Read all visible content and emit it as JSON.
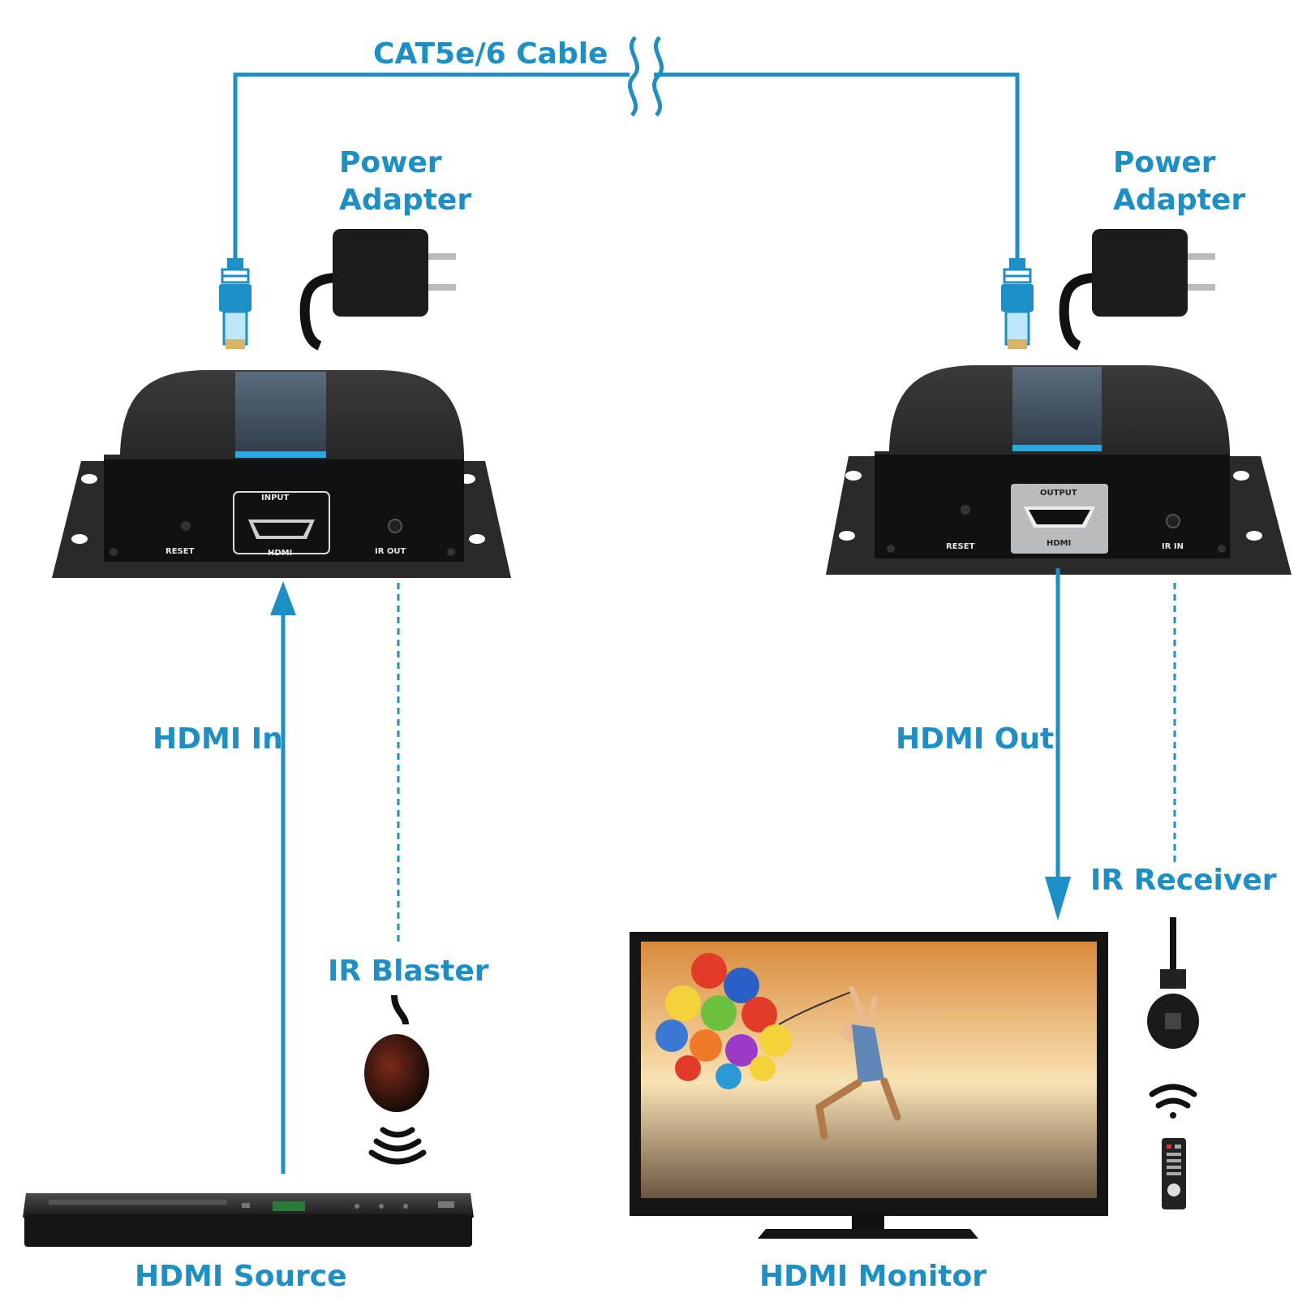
{
  "labels": {
    "cable": "CAT5e/6 Cable",
    "power_left": "Power\nAdapter",
    "power_right": "Power\nAdapter",
    "hdmi_in": "HDMI In",
    "hdmi_out": "HDMI Out",
    "ir_blaster": "IR Blaster",
    "ir_receiver": "IR Receiver",
    "hdmi_source": "HDMI Source",
    "hdmi_monitor": "HDMI Monitor"
  },
  "transmitter": {
    "reset": "RESET",
    "port_top": "INPUT",
    "port_bottom": "HDMI",
    "ir": "IR OUT"
  },
  "receiver": {
    "reset": "RESET",
    "port_top": "OUTPUT",
    "port_bottom": "HDMI",
    "ir": "IR IN"
  },
  "colors": {
    "accent": "#1b8fc6",
    "device": "#1c1c1c",
    "plate": "#2a2a2a"
  },
  "icons": {
    "rj45": "rj45-plug-icon",
    "power": "power-adapter-icon",
    "wave": "signal-wave-icon",
    "remote": "remote-control-icon"
  }
}
